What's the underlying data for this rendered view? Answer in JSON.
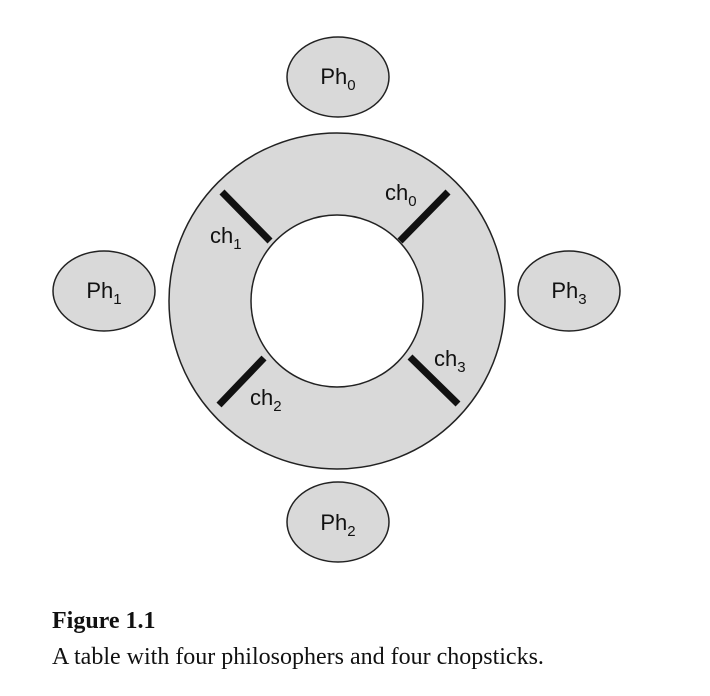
{
  "colors": {
    "table_fill": "#d9d9d9",
    "seat_fill": "#d9d9d9",
    "outline": "#222222",
    "chopstick": "#111111"
  },
  "philosophers": [
    {
      "base": "Ph",
      "sub": "0"
    },
    {
      "base": "Ph",
      "sub": "1"
    },
    {
      "base": "Ph",
      "sub": "2"
    },
    {
      "base": "Ph",
      "sub": "3"
    }
  ],
  "chopsticks": [
    {
      "base": "ch",
      "sub": "0"
    },
    {
      "base": "ch",
      "sub": "1"
    },
    {
      "base": "ch",
      "sub": "2"
    },
    {
      "base": "ch",
      "sub": "3"
    }
  ],
  "caption": {
    "title": "Figure 1.1",
    "text": "A table with four philosophers and four chopsticks."
  }
}
